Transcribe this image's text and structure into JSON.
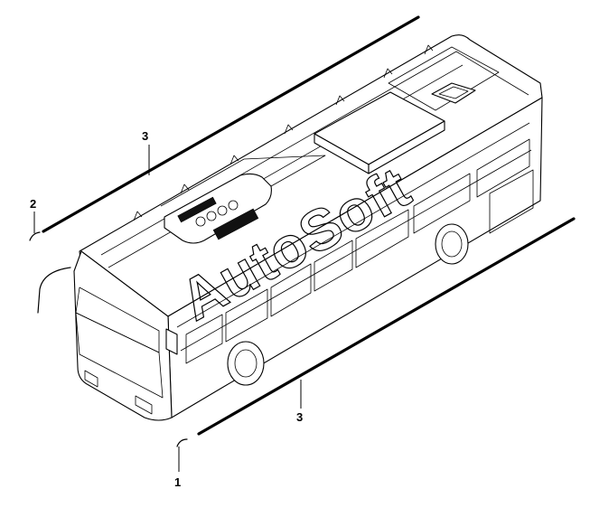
{
  "diagram": {
    "callouts": [
      {
        "id": "callout-1",
        "text": "1"
      },
      {
        "id": "callout-2",
        "text": "2"
      },
      {
        "id": "callout-3-top",
        "text": "3"
      },
      {
        "id": "callout-3-bottom",
        "text": "3"
      }
    ],
    "watermark": "AutoSoft"
  }
}
